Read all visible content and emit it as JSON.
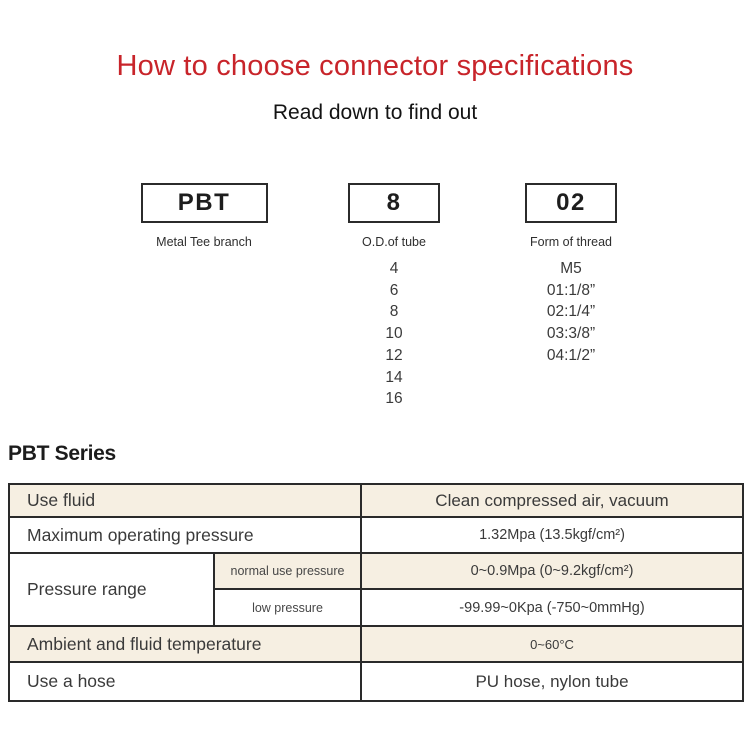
{
  "page": {
    "title": "How to choose connector specifications",
    "subtitle": "Read down to find out"
  },
  "code_breakdown": {
    "segments": [
      {
        "code": "PBT",
        "label": "Metal Tee branch",
        "options": []
      },
      {
        "code": "8",
        "label": "O.D.of tube",
        "options": [
          "4",
          "6",
          "8",
          "10",
          "12",
          "14",
          "16"
        ]
      },
      {
        "code": "02",
        "label": "Form of thread",
        "options": [
          "M5",
          "01:1/8”",
          "02:1/4”",
          "03:3/8”",
          "04:1/2”"
        ]
      }
    ]
  },
  "series": {
    "heading": "PBT Series"
  },
  "spec_table": {
    "rows": [
      {
        "label": "Use fluid",
        "value": "Clean compressed air, vacuum"
      },
      {
        "label": "Maximum operating pressure",
        "value": "1.32Mpa (13.5kgf/cm²)"
      },
      {
        "label": "Pressure range",
        "sub_rows": [
          {
            "label": "normal use pressure",
            "value": "0~0.9Mpa (0~9.2kgf/cm²)"
          },
          {
            "label": "low pressure",
            "value": "-99.99~0Kpa (-750~0mmHg)"
          }
        ]
      },
      {
        "label": "Ambient and fluid temperature",
        "value": "0~60°C"
      },
      {
        "label": "Use a hose",
        "value": "PU hose, nylon tube"
      }
    ]
  },
  "colors": {
    "title_red": "#c8242a",
    "row_beige": "#f6efe2",
    "border_dark": "#2a2a2a",
    "text_dark": "#3a3a3a"
  }
}
